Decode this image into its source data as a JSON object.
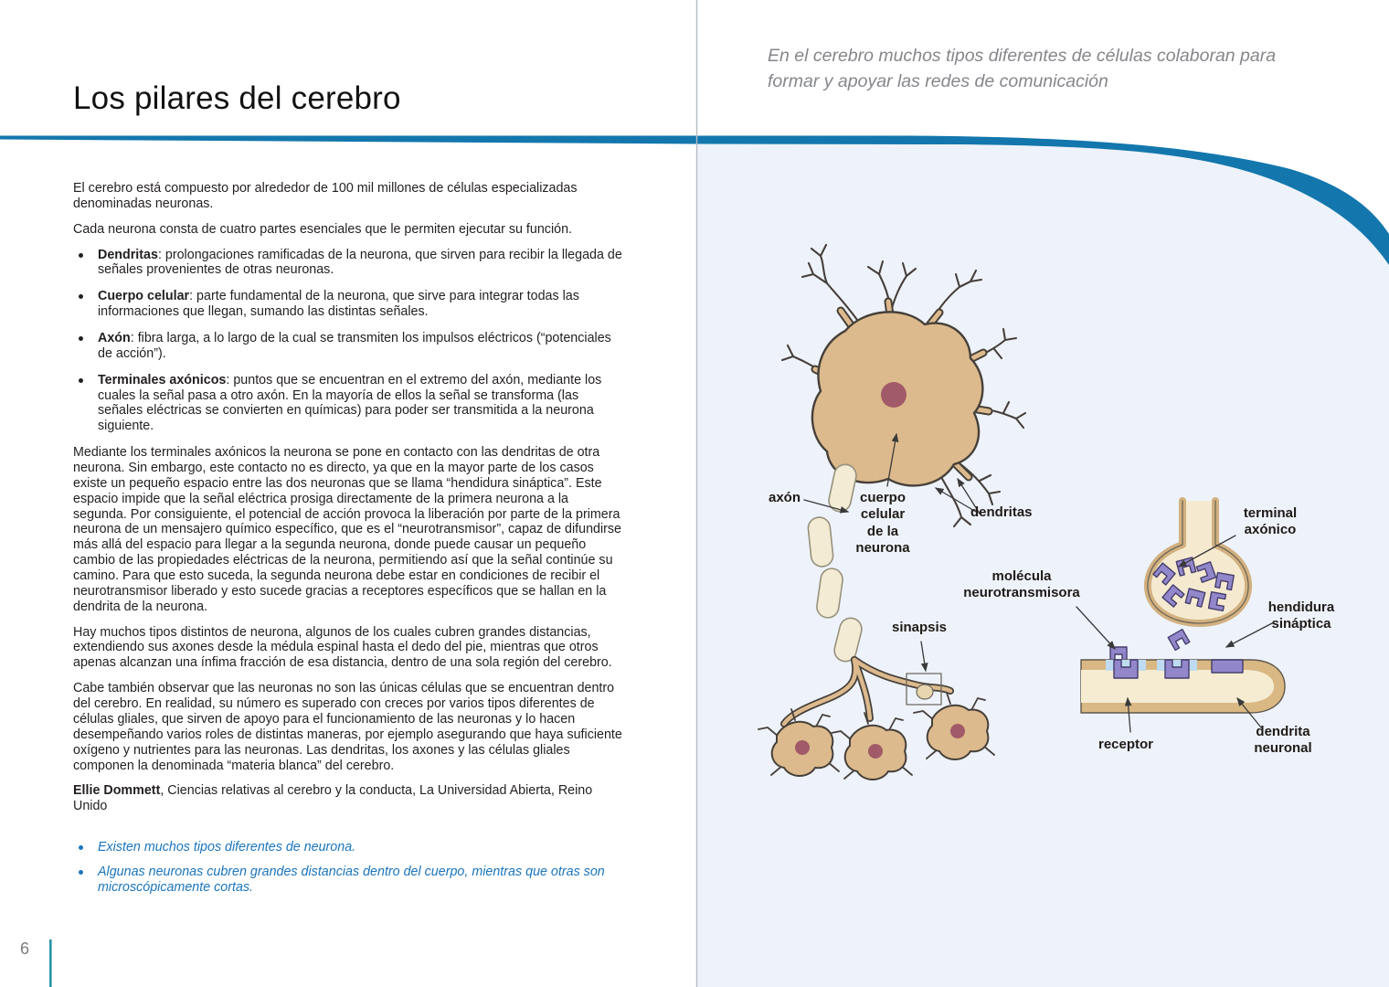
{
  "page": {
    "number": "6",
    "title": "Los pilares del cerebro",
    "quote": "En el cerebro muchos tipos diferentes de células colaboran para formar y apoyar las redes de comunicación"
  },
  "article": {
    "intro": [
      "El cerebro está compuesto por alrededor de 100 mil millones de células especializadas denominadas neuronas.",
      "Cada neurona consta de cuatro partes esenciales que le permiten ejecutar su función."
    ],
    "bullets": [
      {
        "term": "Dendritas",
        "text": ": prolongaciones ramificadas de la neurona, que sirven para recibir la llegada de señales provenientes de otras neuronas."
      },
      {
        "term": "Cuerpo celular",
        "text": ": parte fundamental de la neurona, que sirve para integrar todas las informaciones que llegan, sumando las distintas señales."
      },
      {
        "term": "Axón",
        "text": ": fibra larga, a lo largo de la cual se transmiten los impulsos eléctricos (“potenciales de acción”)."
      },
      {
        "term": "Terminales axónicos",
        "text": ": puntos que se encuentran en el extremo del axón, mediante los cuales la señal pasa a otro axón. En la mayoría de ellos la señal se transforma (las señales eléctricas se convierten en químicas) para poder ser transmitida a la neurona siguiente."
      }
    ],
    "paragraphs": [
      "Mediante los terminales axónicos la neurona se pone en contacto con las dendritas de otra neurona. Sin embargo, este contacto no es directo, ya que en la mayor parte de los casos existe un pequeño espacio entre las dos neuronas que se llama “hendidura sináptica”. Este espacio impide que la señal eléctrica prosiga directamente de la primera neurona a la segunda. Por consiguiente, el potencial de acción provoca la liberación por parte de la primera neurona de un mensajero químico específico, que es el “neurotransmisor”, capaz de difundirse más allá del espacio para llegar a la segunda neurona, donde puede causar un pequeño cambio de las propiedades eléctricas de la neurona, permitiendo así que la señal continúe su camino. Para que esto suceda, la segunda neurona debe estar en condiciones de recibir el neurotransmisor liberado y esto sucede gracias a receptores específicos que se hallan en la dendrita de la neurona.",
      "Hay muchos tipos distintos de neurona, algunos de los cuales cubren grandes distancias, extendiendo sus axones desde la médula espinal hasta el dedo del pie, mientras que otros apenas alcanzan una ínfima fracción de esa distancia, dentro de una sola región del cerebro.",
      "Cabe también observar que las neuronas no son las únicas células que se encuentran dentro del cerebro. En realidad, su número es superado con creces por varios tipos diferentes de células gliales, que sirven de apoyo para el funcionamiento de las neuronas y lo hacen desempeñando varios roles de distintas maneras, por ejemplo asegurando que haya suficiente oxígeno y nutrientes para las neuronas. Las dendritas, los axones y las células gliales componen la denominada “materia blanca” del cerebro."
    ],
    "attribution": {
      "name": "Ellie Dommett",
      "rest": ", Ciencias relativas al cerebro y la conducta, La Universidad Abierta, Reino Unido"
    },
    "highlights": [
      "Existen muchos tipos diferentes de neurona.",
      "Algunas neuronas cubren grandes distancias dentro del cuerpo, mientras que otras son microscópicamente cortas."
    ]
  },
  "diagram": {
    "labels": {
      "axon": "axón",
      "cell_body": "cuerpo celular de la neurona",
      "dendrites": "dendritas",
      "synapse": "sinapsis",
      "neurotransmitter": "molécula neurotransmisora",
      "axon_terminal": "terminal axónico",
      "synaptic_cleft": "hendidura sináptica",
      "receptor": "receptor",
      "neuronal_dendrite": "dendrita neuronal"
    },
    "colors": {
      "accent_blue": "#1377ad",
      "panel_blue": "#eef3fb",
      "highlight_blue": "#1b75bc",
      "teal_mark": "#2a93a5",
      "neuron_tan": "#dcba8d",
      "nucleus": "#a15a68",
      "molecule_purple": "#9387cb"
    }
  }
}
